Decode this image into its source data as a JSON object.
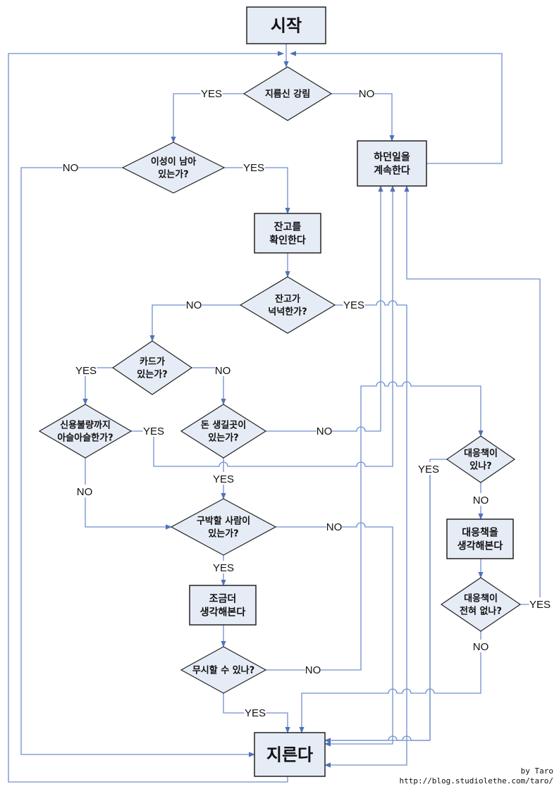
{
  "diagram": {
    "type": "flowchart",
    "edge_color": "#6f8fce",
    "node_fill": "#e6ecf6",
    "nodes": [
      {
        "id": "start",
        "shape": "rect",
        "lines": [
          "시작"
        ],
        "size": "large"
      },
      {
        "id": "q1",
        "shape": "diamond",
        "lines": [
          "지름신 강림"
        ]
      },
      {
        "id": "continue",
        "shape": "rect",
        "lines": [
          "하던일을",
          "계속한다"
        ]
      },
      {
        "id": "q2",
        "shape": "diamond",
        "lines": [
          "이성이 남아",
          "있는가?"
        ]
      },
      {
        "id": "check",
        "shape": "rect",
        "lines": [
          "잔고를",
          "확인한다"
        ]
      },
      {
        "id": "q3",
        "shape": "diamond",
        "lines": [
          "잔고가",
          "넉넉한가?"
        ]
      },
      {
        "id": "q4",
        "shape": "diamond",
        "lines": [
          "카드가",
          "있는가?"
        ]
      },
      {
        "id": "q5",
        "shape": "diamond",
        "lines": [
          "신용불량까지",
          "아슬아슬한가?"
        ]
      },
      {
        "id": "q6",
        "shape": "diamond",
        "lines": [
          "돈 생길곳이",
          "있는가?"
        ]
      },
      {
        "id": "q7",
        "shape": "diamond",
        "lines": [
          "대응책이",
          "있나?"
        ]
      },
      {
        "id": "think1",
        "shape": "rect",
        "lines": [
          "대응책을",
          "생각해본다"
        ]
      },
      {
        "id": "q8",
        "shape": "diamond",
        "lines": [
          "대응책이",
          "전혀 없나?"
        ]
      },
      {
        "id": "q9",
        "shape": "diamond",
        "lines": [
          "구박할 사람이",
          "있는가?"
        ]
      },
      {
        "id": "think2",
        "shape": "rect",
        "lines": [
          "조금더",
          "생각해본다"
        ]
      },
      {
        "id": "q10",
        "shape": "diamond",
        "lines": [
          "무시할 수 있나?"
        ]
      },
      {
        "id": "buy",
        "shape": "rect",
        "lines": [
          "지른다"
        ],
        "size": "large"
      }
    ],
    "edges": [
      {
        "from": "start",
        "to": "q1",
        "label": ""
      },
      {
        "from": "q1",
        "to": "q2",
        "label": "YES"
      },
      {
        "from": "q1",
        "to": "continue",
        "label": "NO"
      },
      {
        "from": "continue",
        "to": "q1",
        "label": ""
      },
      {
        "from": "q2",
        "to": "buy",
        "label": "NO"
      },
      {
        "from": "q2",
        "to": "check",
        "label": "YES"
      },
      {
        "from": "check",
        "to": "q3",
        "label": ""
      },
      {
        "from": "q3",
        "to": "q4",
        "label": "NO"
      },
      {
        "from": "q3",
        "to": "buy",
        "label": "YES"
      },
      {
        "from": "q4",
        "to": "q5",
        "label": "YES"
      },
      {
        "from": "q4",
        "to": "q6",
        "label": "NO"
      },
      {
        "from": "q5",
        "to": "continue",
        "label": "YES"
      },
      {
        "from": "q5",
        "to": "q9",
        "label": "NO"
      },
      {
        "from": "q6",
        "to": "continue",
        "label": "NO"
      },
      {
        "from": "q6",
        "to": "q9",
        "label": "YES"
      },
      {
        "from": "q9",
        "to": "buy",
        "label": "NO"
      },
      {
        "from": "q9",
        "to": "think2",
        "label": "YES"
      },
      {
        "from": "think2",
        "to": "q10",
        "label": ""
      },
      {
        "from": "q10",
        "to": "q7",
        "label": "NO"
      },
      {
        "from": "q10",
        "to": "buy",
        "label": "YES"
      },
      {
        "from": "q7",
        "to": "buy",
        "label": "YES"
      },
      {
        "from": "q7",
        "to": "think1",
        "label": "NO"
      },
      {
        "from": "think1",
        "to": "q8",
        "label": ""
      },
      {
        "from": "q8",
        "to": "continue",
        "label": "YES"
      },
      {
        "from": "q8",
        "to": "buy",
        "label": "NO"
      },
      {
        "from": "buy",
        "to": "q1",
        "label": ""
      }
    ],
    "labels": {
      "yes": "YES",
      "no": "NO"
    }
  },
  "credit": {
    "author": "by Taro",
    "url": "http://blog.studiolethe.com/taro/"
  }
}
